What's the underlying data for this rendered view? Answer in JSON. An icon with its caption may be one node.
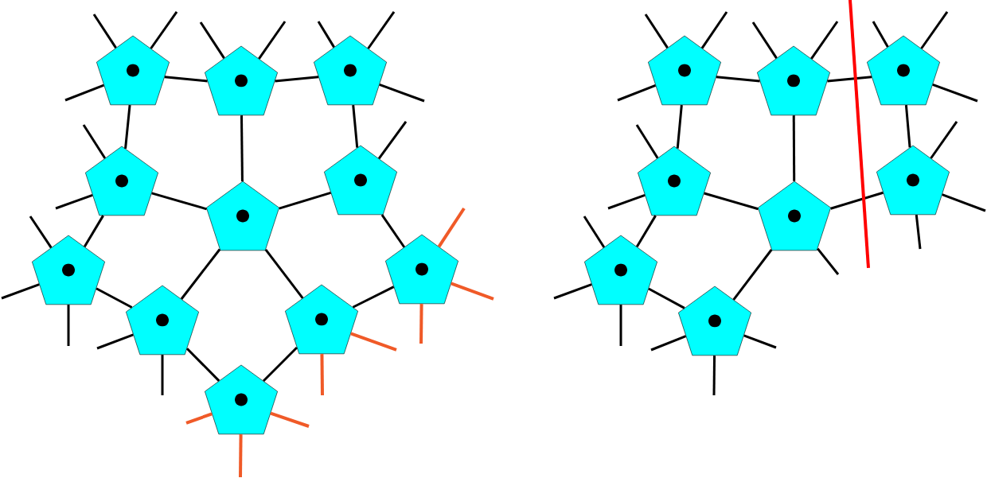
{
  "diagram": {
    "nodes": [
      {
        "text": [],
        "shape": "pentagon"
      },
      {
        "text": [],
        "shape": "pentagon"
      },
      {
        "text": [],
        "shape": "pentagon"
      },
      {
        "text": [],
        "shape": "pentagon"
      },
      {
        "text": [],
        "shape": "pentagon"
      },
      {
        "text": [],
        "shape": "pentagon"
      },
      {
        "text": [],
        "shape": "pentagon"
      },
      {
        "text": [],
        "shape": "pentagon"
      },
      {
        "text": [],
        "shape": "pentagon"
      },
      {
        "text": [],
        "shape": "pentagon"
      },
      {
        "text": [],
        "shape": "pentagon"
      },
      {
        "text": [],
        "shape": "pentagon"
      },
      {
        "text": [],
        "shape": "pentagon"
      },
      {
        "text": [],
        "shape": "pentagon"
      },
      {
        "text": [],
        "shape": "pentagon"
      },
      {
        "text": [],
        "shape": "pentagon"
      },
      {
        "text": [],
        "shape": "pentagon"
      },
      {
        "text": [],
        "shape": "pentagon"
      },
      {
        "text": [],
        "shape": "pentagon"
      }
    ],
    "edges": [
      {
        "from": 0,
        "to": 1,
        "arrow": "none"
      },
      {
        "from": 1,
        "to": 2,
        "arrow": "none"
      },
      {
        "from": 0,
        "to": 3,
        "arrow": "none"
      },
      {
        "from": 1,
        "to": 4,
        "arrow": "none"
      },
      {
        "from": 2,
        "to": 5,
        "arrow": "none"
      },
      {
        "from": 3,
        "to": 4,
        "arrow": "none"
      },
      {
        "from": 4,
        "to": 5,
        "arrow": "none"
      },
      {
        "from": 3,
        "to": 6,
        "arrow": "none"
      },
      {
        "from": 6,
        "to": 7,
        "arrow": "none"
      },
      {
        "from": 4,
        "to": 7,
        "arrow": "none"
      },
      {
        "from": 4,
        "to": 8,
        "arrow": "none"
      },
      {
        "from": 5,
        "to": 9,
        "arrow": "none"
      },
      {
        "from": 8,
        "to": 9,
        "arrow": "none"
      },
      {
        "from": 7,
        "to": 10,
        "arrow": "none"
      },
      {
        "from": 8,
        "to": 10,
        "arrow": "none"
      },
      {
        "from": 11,
        "to": 12,
        "arrow": "none"
      },
      {
        "from": 12,
        "to": 13,
        "arrow": "none"
      },
      {
        "from": 11,
        "to": 14,
        "arrow": "none"
      },
      {
        "from": 12,
        "to": 15,
        "arrow": "none"
      },
      {
        "from": 13,
        "to": 16,
        "arrow": "none"
      },
      {
        "from": 14,
        "to": 15,
        "arrow": "none"
      },
      {
        "from": 15,
        "to": 16,
        "arrow": "none"
      },
      {
        "from": 14,
        "to": 17,
        "arrow": "none"
      },
      {
        "from": 17,
        "to": 18,
        "arrow": "none"
      },
      {
        "from": 15,
        "to": 18,
        "arrow": "none"
      },
      {
        "from": 0,
        "to": null,
        "arrow": "none"
      },
      {
        "from": 0,
        "to": null,
        "arrow": "none"
      },
      {
        "from": 0,
        "to": null,
        "arrow": "none"
      },
      {
        "from": 1,
        "to": null,
        "arrow": "none"
      },
      {
        "from": 1,
        "to": null,
        "arrow": "none"
      },
      {
        "from": 2,
        "to": null,
        "arrow": "none"
      },
      {
        "from": 2,
        "to": null,
        "arrow": "none"
      },
      {
        "from": 2,
        "to": null,
        "arrow": "none"
      },
      {
        "from": 3,
        "to": null,
        "arrow": "none"
      },
      {
        "from": 3,
        "to": null,
        "arrow": "none"
      },
      {
        "from": 5,
        "to": null,
        "arrow": "none"
      },
      {
        "from": 6,
        "to": null,
        "arrow": "none"
      },
      {
        "from": 6,
        "to": null,
        "arrow": "none"
      },
      {
        "from": 6,
        "to": null,
        "arrow": "none"
      },
      {
        "from": 7,
        "to": null,
        "arrow": "none"
      },
      {
        "from": 7,
        "to": null,
        "arrow": "none"
      },
      {
        "from": 8,
        "to": null,
        "arrow": "none",
        "color": "#f05a28"
      },
      {
        "from": 8,
        "to": null,
        "arrow": "none",
        "color": "#f05a28"
      },
      {
        "from": 9,
        "to": null,
        "arrow": "none",
        "color": "#f05a28"
      },
      {
        "from": 9,
        "to": null,
        "arrow": "none",
        "color": "#f05a28"
      },
      {
        "from": 9,
        "to": null,
        "arrow": "none",
        "color": "#f05a28"
      },
      {
        "from": 10,
        "to": null,
        "arrow": "none",
        "color": "#f05a28"
      },
      {
        "from": 10,
        "to": null,
        "arrow": "none",
        "color": "#f05a28"
      },
      {
        "from": 10,
        "to": null,
        "arrow": "none",
        "color": "#f05a28"
      },
      {
        "from": 11,
        "to": null,
        "arrow": "none"
      },
      {
        "from": 11,
        "to": null,
        "arrow": "none"
      },
      {
        "from": 11,
        "to": null,
        "arrow": "none"
      },
      {
        "from": 12,
        "to": null,
        "arrow": "none"
      },
      {
        "from": 12,
        "to": null,
        "arrow": "none"
      },
      {
        "from": 13,
        "to": null,
        "arrow": "none"
      },
      {
        "from": 13,
        "to": null,
        "arrow": "none"
      },
      {
        "from": 13,
        "to": null,
        "arrow": "none"
      },
      {
        "from": 14,
        "to": null,
        "arrow": "none"
      },
      {
        "from": 14,
        "to": null,
        "arrow": "none"
      },
      {
        "from": 15,
        "to": null,
        "arrow": "none"
      },
      {
        "from": 16,
        "to": null,
        "arrow": "none"
      },
      {
        "from": 16,
        "to": null,
        "arrow": "none"
      },
      {
        "from": 16,
        "to": null,
        "arrow": "none"
      },
      {
        "from": 17,
        "to": null,
        "arrow": "none"
      },
      {
        "from": 17,
        "to": null,
        "arrow": "none"
      },
      {
        "from": 17,
        "to": null,
        "arrow": "none"
      },
      {
        "from": 18,
        "to": null,
        "arrow": "none"
      },
      {
        "from": 18,
        "to": null,
        "arrow": "none"
      },
      {
        "from": 18,
        "to": null,
        "arrow": "none"
      }
    ]
  }
}
